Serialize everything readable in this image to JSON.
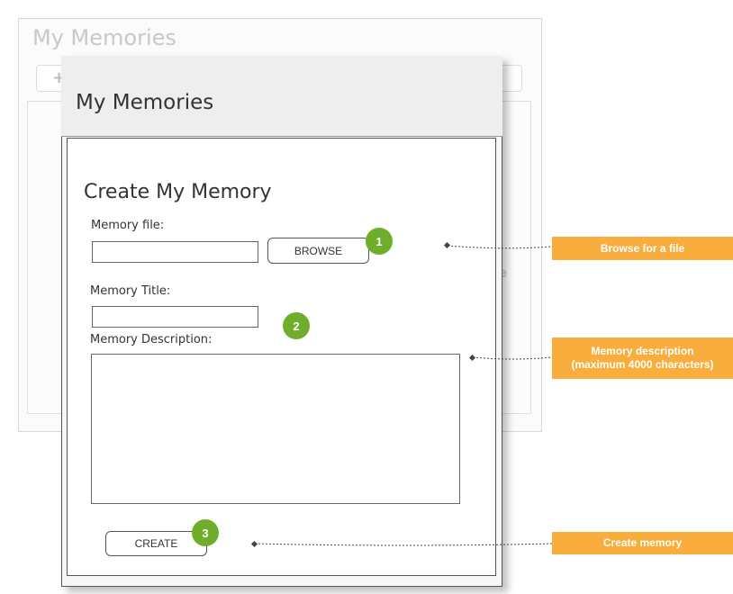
{
  "background_window": {
    "title": "My Memories",
    "add_icon": "+",
    "ghost_glyph": "e"
  },
  "modal": {
    "header_title": "My Memories",
    "form_title": "Create My Memory",
    "memory_file_label": "Memory file:",
    "browse_label": "BROWSE",
    "memory_title_label": "Memory Title:",
    "memory_description_label": "Memory Description:",
    "create_label": "CREATE",
    "file_value": "",
    "title_value": "",
    "description_value": ""
  },
  "badges": [
    "1",
    "2",
    "3"
  ],
  "annotations": {
    "browse": "Browse for  a file",
    "description_line1": "Memory description",
    "description_line2": "(maximum 4000 characters)",
    "create": "Create memory"
  },
  "colors": {
    "badge": "#6fae2b",
    "callout": "#f9ad3c"
  }
}
